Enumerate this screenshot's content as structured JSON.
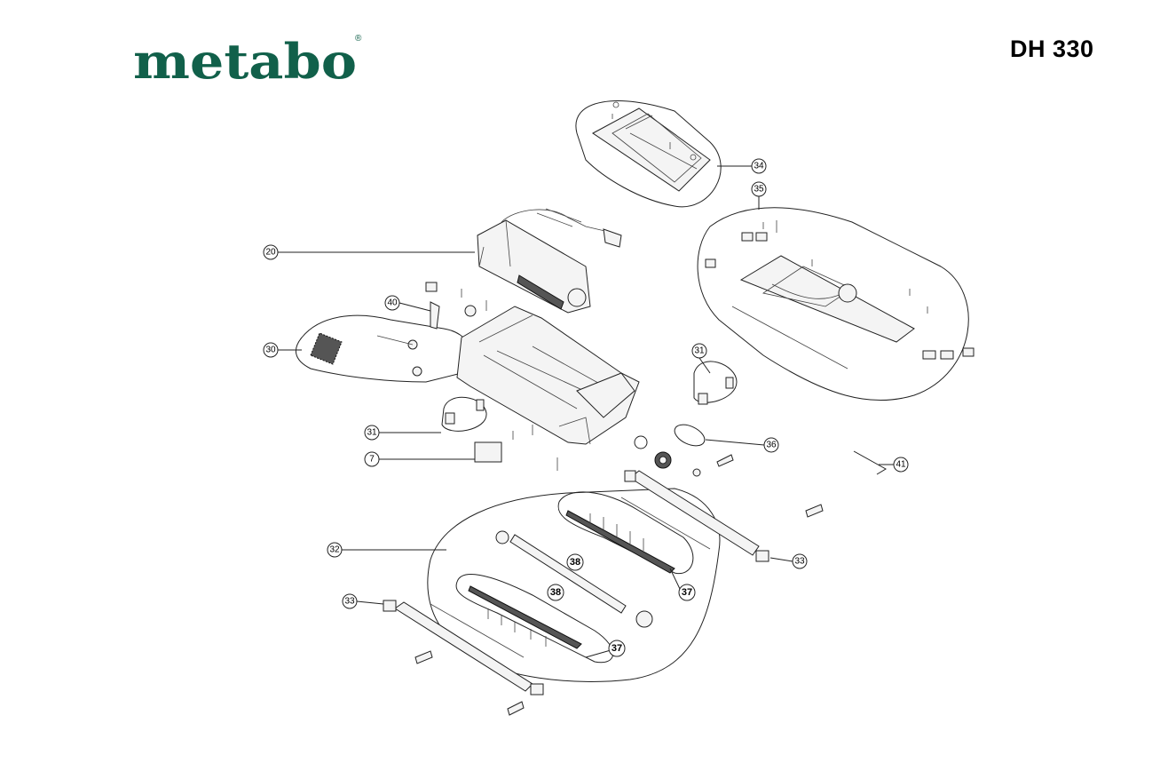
{
  "brand": {
    "name": "metabo",
    "registered": "®",
    "color": "#11604a"
  },
  "model": "DH 330",
  "callouts": [
    {
      "id": "c34",
      "label": "34"
    },
    {
      "id": "c35",
      "label": "35"
    },
    {
      "id": "c20",
      "label": "20"
    },
    {
      "id": "c40",
      "label": "40"
    },
    {
      "id": "c30",
      "label": "30"
    },
    {
      "id": "c31a",
      "label": "31"
    },
    {
      "id": "c31b",
      "label": "31"
    },
    {
      "id": "c7",
      "label": "7"
    },
    {
      "id": "c36",
      "label": "36"
    },
    {
      "id": "c41",
      "label": "41"
    },
    {
      "id": "c32",
      "label": "32"
    },
    {
      "id": "c33a",
      "label": "33"
    },
    {
      "id": "c33b",
      "label": "33"
    },
    {
      "id": "c38a",
      "label": "38"
    },
    {
      "id": "c38b",
      "label": "38"
    },
    {
      "id": "c37a",
      "label": "37"
    },
    {
      "id": "c37b",
      "label": "37"
    }
  ]
}
